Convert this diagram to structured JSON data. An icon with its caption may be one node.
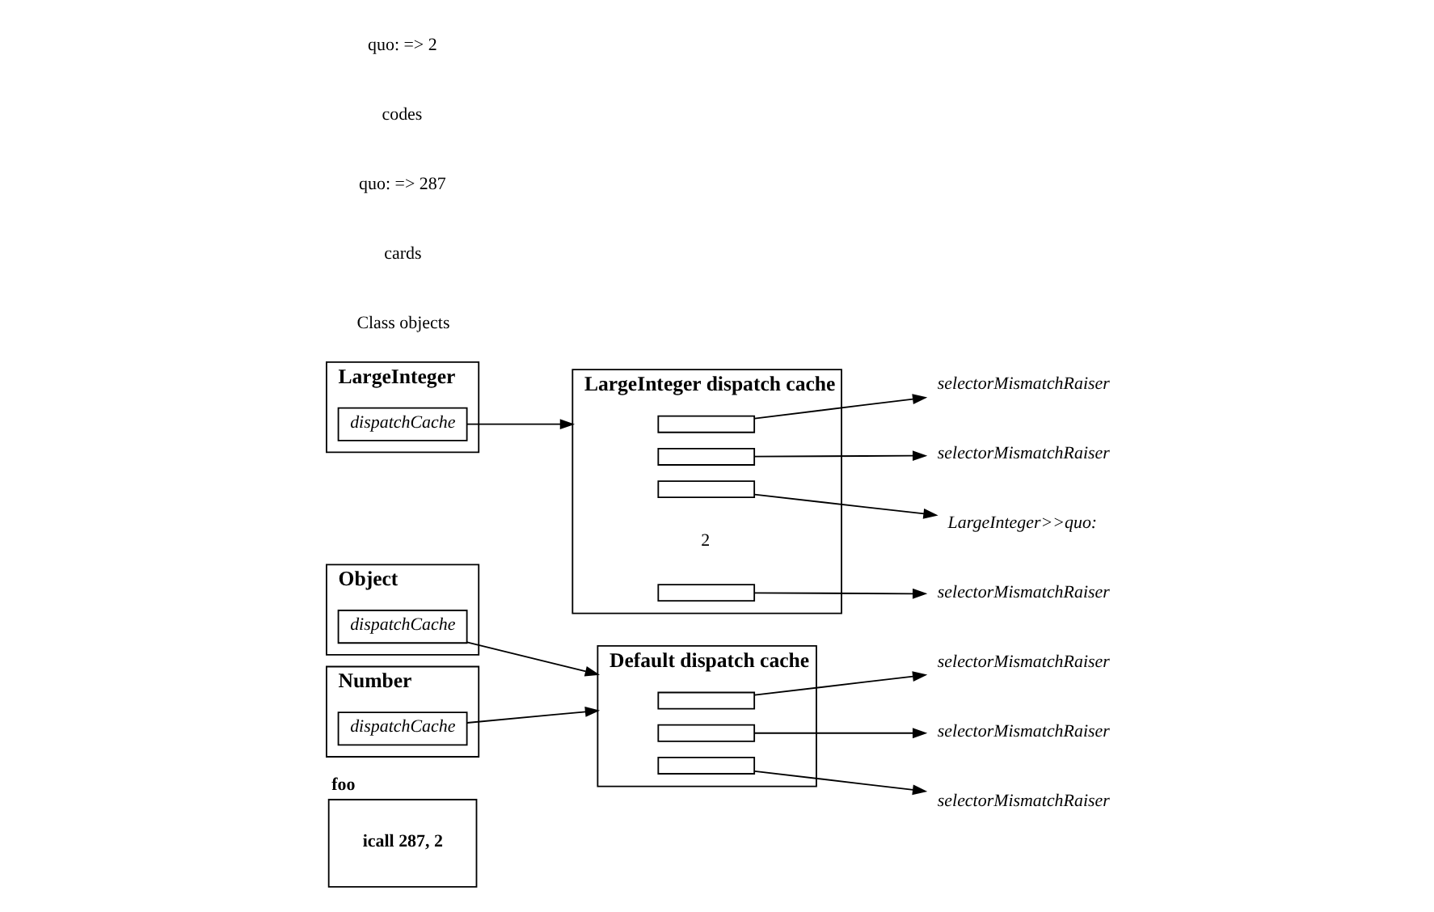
{
  "diagram": {
    "nodes": [
      {
        "text": [
          "foo",
          "icall 287, 2"
        ]
      },
      {
        "text": [
          "Object"
        ]
      },
      {
        "text": [
          "dispatchCache"
        ],
        "in": 1
      },
      {
        "text": [
          "Number"
        ]
      },
      {
        "text": [
          "dispatchCache"
        ],
        "in": 3
      },
      {
        "text": [
          "LargeInteger"
        ]
      },
      {
        "text": [
          "dispatchCache"
        ],
        "in": 5
      },
      {
        "text": [
          "Default dispatch cache"
        ]
      },
      {
        "text": [],
        "shape": "box",
        "in": 7
      },
      {
        "text": [],
        "shape": "box",
        "in": 7
      },
      {
        "text": [],
        "shape": "box",
        "in": 7
      },
      {
        "text": [
          "selectorMismatchRaiser"
        ]
      },
      {
        "text": [
          "selectorMismatchRaiser"
        ]
      },
      {
        "text": [
          "selectorMismatchRaiser"
        ]
      },
      {
        "text": [
          "LargeInteger dispatch cache"
        ]
      },
      {
        "text": [],
        "shape": "box",
        "in": 14
      },
      {
        "text": [],
        "shape": "box",
        "in": 14
      },
      {
        "text": [],
        "shape": "box",
        "in": 14,
        "beside": [
          "2"
        ]
      },
      {
        "text": [],
        "shape": "box",
        "in": 14
      },
      {
        "text": [
          "selectorMismatchRaiser"
        ]
      },
      {
        "text": [
          "selectorMismatchRaiser"
        ]
      },
      {
        "text": [
          "LargeInteger>>quo:"
        ]
      },
      {
        "text": [
          "selectorMismatchRaiser"
        ]
      }
    ],
    "edges": [
      {
        "from": 2,
        "to": 7,
        "arrow": "to"
      },
      {
        "from": 4,
        "to": 7,
        "arrow": "to"
      },
      {
        "from": 6,
        "to": 14,
        "arrow": "to"
      },
      {
        "from": 8,
        "to": 11,
        "arrow": "to"
      },
      {
        "from": 9,
        "to": 12,
        "arrow": "to"
      },
      {
        "from": 10,
        "to": 13,
        "arrow": "to"
      },
      {
        "from": 15,
        "to": 19,
        "arrow": "to"
      },
      {
        "from": 16,
        "to": 20,
        "arrow": "to"
      },
      {
        "from": 17,
        "to": 21,
        "arrow": "to"
      },
      {
        "from": 18,
        "to": 22,
        "arrow": "to"
      }
    ],
    "labels": [
      "Class objects",
      "cards",
      "quo: => 287",
      "codes",
      "quo: => 2"
    ]
  }
}
